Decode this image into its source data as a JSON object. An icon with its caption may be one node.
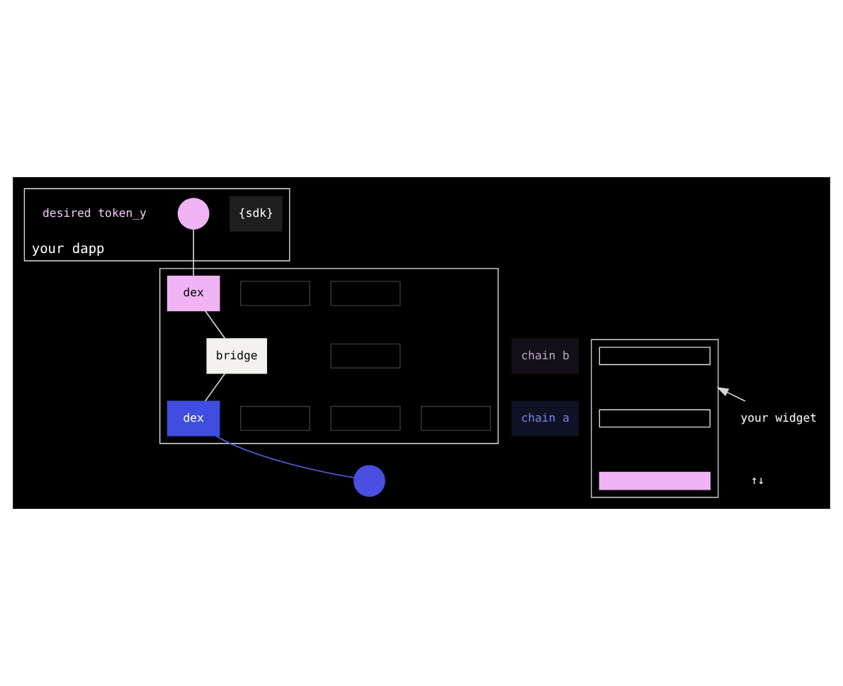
{
  "diagram": {
    "nodes": [
      {
        "text": [
          "your dapp"
        ]
      },
      {
        "text": [
          "{sdk}"
        ],
        "in": 0
      },
      {
        "text": [],
        "shape": "circle",
        "beside": [
          "desired token_y"
        ],
        "in": 0
      },
      {
        "text": [],
        "shape": "box"
      },
      {
        "text": [],
        "shape": "box",
        "in": 3
      },
      {
        "text": [],
        "shape": "box",
        "in": 3
      },
      {
        "text": [],
        "shape": "bar",
        "in": 3
      },
      {
        "text": [],
        "shape": "box"
      },
      {
        "text": [],
        "shape": "box",
        "in": 7
      },
      {
        "text": [],
        "shape": "box",
        "in": 7
      },
      {
        "text": [
          "dex"
        ],
        "in": 7
      },
      {
        "text": [
          "bridge"
        ],
        "in": 7
      },
      {
        "text": [],
        "shape": "box",
        "in": 7
      },
      {
        "text": [],
        "shape": "box",
        "in": 7
      },
      {
        "text": [],
        "shape": "box",
        "in": 7
      },
      {
        "text": [],
        "shape": "box",
        "in": 7
      },
      {
        "text": [
          "dex"
        ],
        "in": 7
      },
      {
        "text": [
          "your widget"
        ]
      },
      {
        "text": [],
        "shape": "circle"
      },
      {
        "text": [
          "chain b"
        ]
      },
      {
        "text": [
          "chain a"
        ]
      }
    ],
    "edges": [
      {
        "from": 18,
        "to": 16,
        "arrow": "none",
        "color": "#5b5fe0"
      },
      {
        "from": 16,
        "to": 11,
        "arrow": "none"
      },
      {
        "from": 11,
        "to": 10,
        "arrow": "none"
      },
      {
        "from": 10,
        "to": 2,
        "arrow": "none"
      },
      {
        "from": 17,
        "to": 3,
        "arrow": "to"
      }
    ],
    "labels": [
      "↑↓"
    ]
  }
}
